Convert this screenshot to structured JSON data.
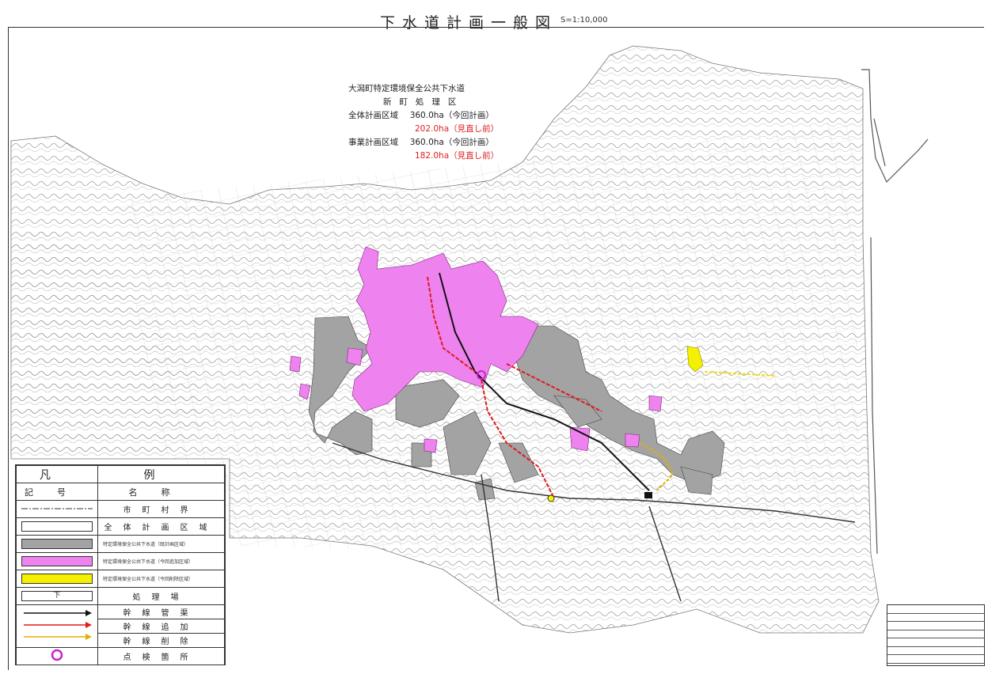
{
  "header": {
    "title": "下水道計画一般図",
    "scale": "S=1:10,000"
  },
  "info": {
    "line1": "大潟町特定環境保全公共下水道",
    "line2": "新町処理区",
    "total_label": "全体計画区域",
    "total_value": "360.0ha（今回計画）",
    "total_prev": "202.0ha（見直し前）",
    "project_label": "事業計画区域",
    "project_value": "360.0ha（今回計画）",
    "project_prev": "182.0ha（見直し前）"
  },
  "legend": {
    "col_symbol": "凡",
    "col_name": "例",
    "sub_symbol": "記号",
    "sub_name": "名称",
    "items": [
      {
        "name": "市町村界"
      },
      {
        "name": "全体計画区域"
      },
      {
        "name": "特定環境保全公共下水道（既計画区域）"
      },
      {
        "name": "特定環境保全公共下水道（今回追加区域）"
      },
      {
        "name": "特定環境保全公共下水道（今回削除区域）"
      },
      {
        "name": "処理場",
        "symbol": "下"
      },
      {
        "name": "幹線管渠"
      },
      {
        "name": "幹線追加"
      },
      {
        "name": "幹線削除"
      },
      {
        "name": "点検箇所"
      }
    ]
  },
  "colors": {
    "existing": "#a3a3a3",
    "added": "#ee82ee",
    "deleted": "#f5f000",
    "main_line": "#111111",
    "add_line": "#e01a1a",
    "del_line": "#e0b000",
    "check_circle": "#cc22cc"
  }
}
